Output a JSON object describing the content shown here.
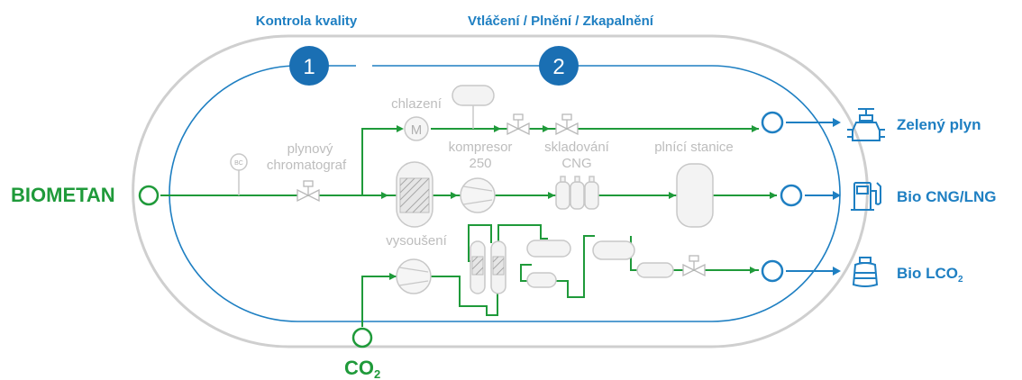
{
  "stages": {
    "stage1_label": "Kontrola kvality",
    "stage1_num": "1",
    "stage2_label": "Vtláčení / Plnění / Zkapalnění",
    "stage2_num": "2"
  },
  "inputs": {
    "biometan": "BIOMETAN",
    "co2_main": "CO",
    "co2_sub": "2"
  },
  "components": {
    "chromatograph_line1": "plynový",
    "chromatograph_line2": "chromatograf",
    "chromatograph_badge": "BC",
    "cooling": "chlazení",
    "cooling_badge": "M",
    "compressor_line1": "kompresor",
    "compressor_line2": "250",
    "storage_line1": "skladování",
    "storage_line2": "CNG",
    "filling_station": "plnící stanice",
    "drying": "vysoušení"
  },
  "outputs": {
    "green_gas": "Zelený plyn",
    "bio_cng_lng": "Bio CNG/LNG",
    "bio_lco2_main": "Bio LCO",
    "bio_lco2_sub": "2"
  },
  "colors": {
    "blue": "#1e7fc2",
    "green": "#1f9a3a",
    "gray": "#c8c8c8",
    "dark_blue": "#1a6fb3"
  }
}
